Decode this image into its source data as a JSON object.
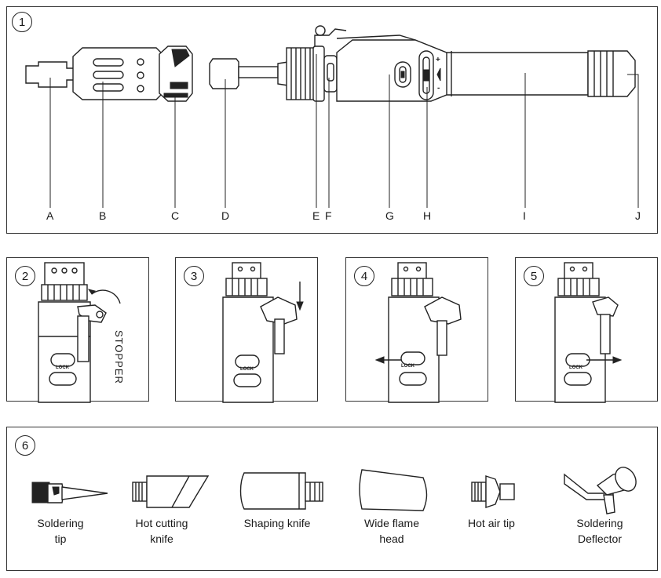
{
  "figures": {
    "fig1": {
      "number": "1",
      "labels": [
        "A",
        "B",
        "C",
        "D",
        "E",
        "F",
        "G",
        "H",
        "I",
        "J"
      ],
      "switch_plus": "+",
      "switch_minus": "-"
    },
    "fig2": {
      "number": "2",
      "stopper_label": "STOPPER",
      "lock_label": "LOCK"
    },
    "fig3": {
      "number": "3",
      "lock_label": "LOCK"
    },
    "fig4": {
      "number": "4",
      "lock_label": "LOCK"
    },
    "fig5": {
      "number": "5",
      "lock_label": "LOCK"
    },
    "fig6": {
      "number": "6",
      "accessories": [
        {
          "line1": "Soldering",
          "line2": "tip"
        },
        {
          "line1": "Hot cutting",
          "line2": "knife"
        },
        {
          "line1": "Shaping knife",
          "line2": ""
        },
        {
          "line1": "Wide flame",
          "line2": "head"
        },
        {
          "line1": "Hot air tip",
          "line2": ""
        },
        {
          "line1": "Soldering",
          "line2": "Deflector"
        }
      ]
    }
  }
}
